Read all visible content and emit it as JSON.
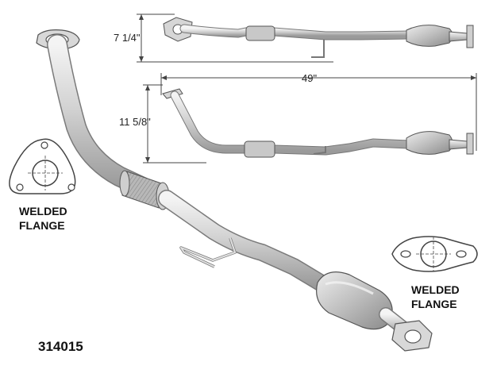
{
  "dimensions": {
    "top_height": "7 1/4\"",
    "side_height": "11 5/8\"",
    "length": "49\""
  },
  "flange_left": {
    "line1": "WELDED",
    "line2": "FLANGE"
  },
  "flange_right": {
    "line1": "WELDED",
    "line2": "FLANGE"
  },
  "part_number": "314015",
  "colors": {
    "pipe": "#c9c9c9",
    "outline": "#555555",
    "dim_line": "#444444",
    "text": "#111111"
  }
}
